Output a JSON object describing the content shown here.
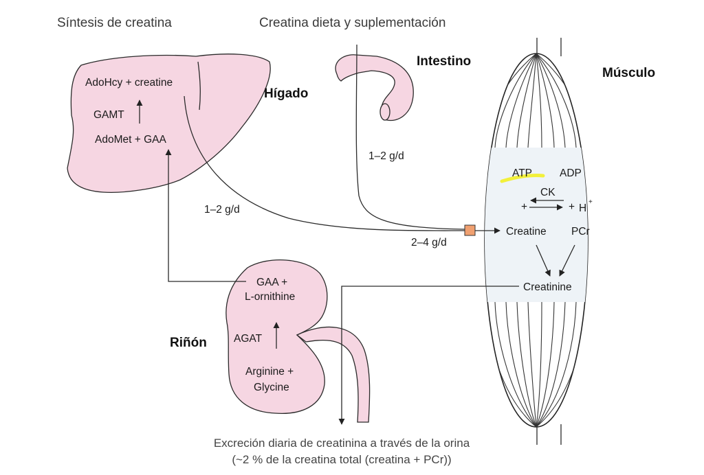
{
  "headers": {
    "synthesis": "Síntesis de creatina",
    "diet": "Creatina dieta y suplementación"
  },
  "organs": {
    "liver": "Hígado",
    "intestine": "Intestino",
    "muscle": "Músculo",
    "kidney": "Riñón"
  },
  "liver": {
    "top": "AdoHcy + creatine",
    "enzyme": "GAMT",
    "bottom": "AdoMet + GAA"
  },
  "kidney": {
    "top_line1": "GAA +",
    "top_line2": "L-ornithine",
    "enzyme": "AGAT",
    "bottom_line1": "Arginine +",
    "bottom_line2": "Glycine"
  },
  "fluxes": {
    "intestine": "1–2 g/d",
    "liver": "1–2 g/d",
    "uptake": "2–4 g/d"
  },
  "muscle": {
    "atp": "ATP",
    "adp": "ADP",
    "ck": "CK",
    "plus_left": "+",
    "plus_right": "+",
    "h": "H",
    "h_sup": "+",
    "creatine": "Creatine",
    "pcr": "PCr",
    "creatinine": "Creatinine"
  },
  "footer": {
    "line1": "Excreción diaria de creatinina a través de la orina",
    "line2": "(~2 % de la creatina total (creatina + PCr))"
  },
  "colors": {
    "organ_fill": "#f6d6e2",
    "transporter": "#f0a070",
    "highlight": "#f2f03a"
  }
}
